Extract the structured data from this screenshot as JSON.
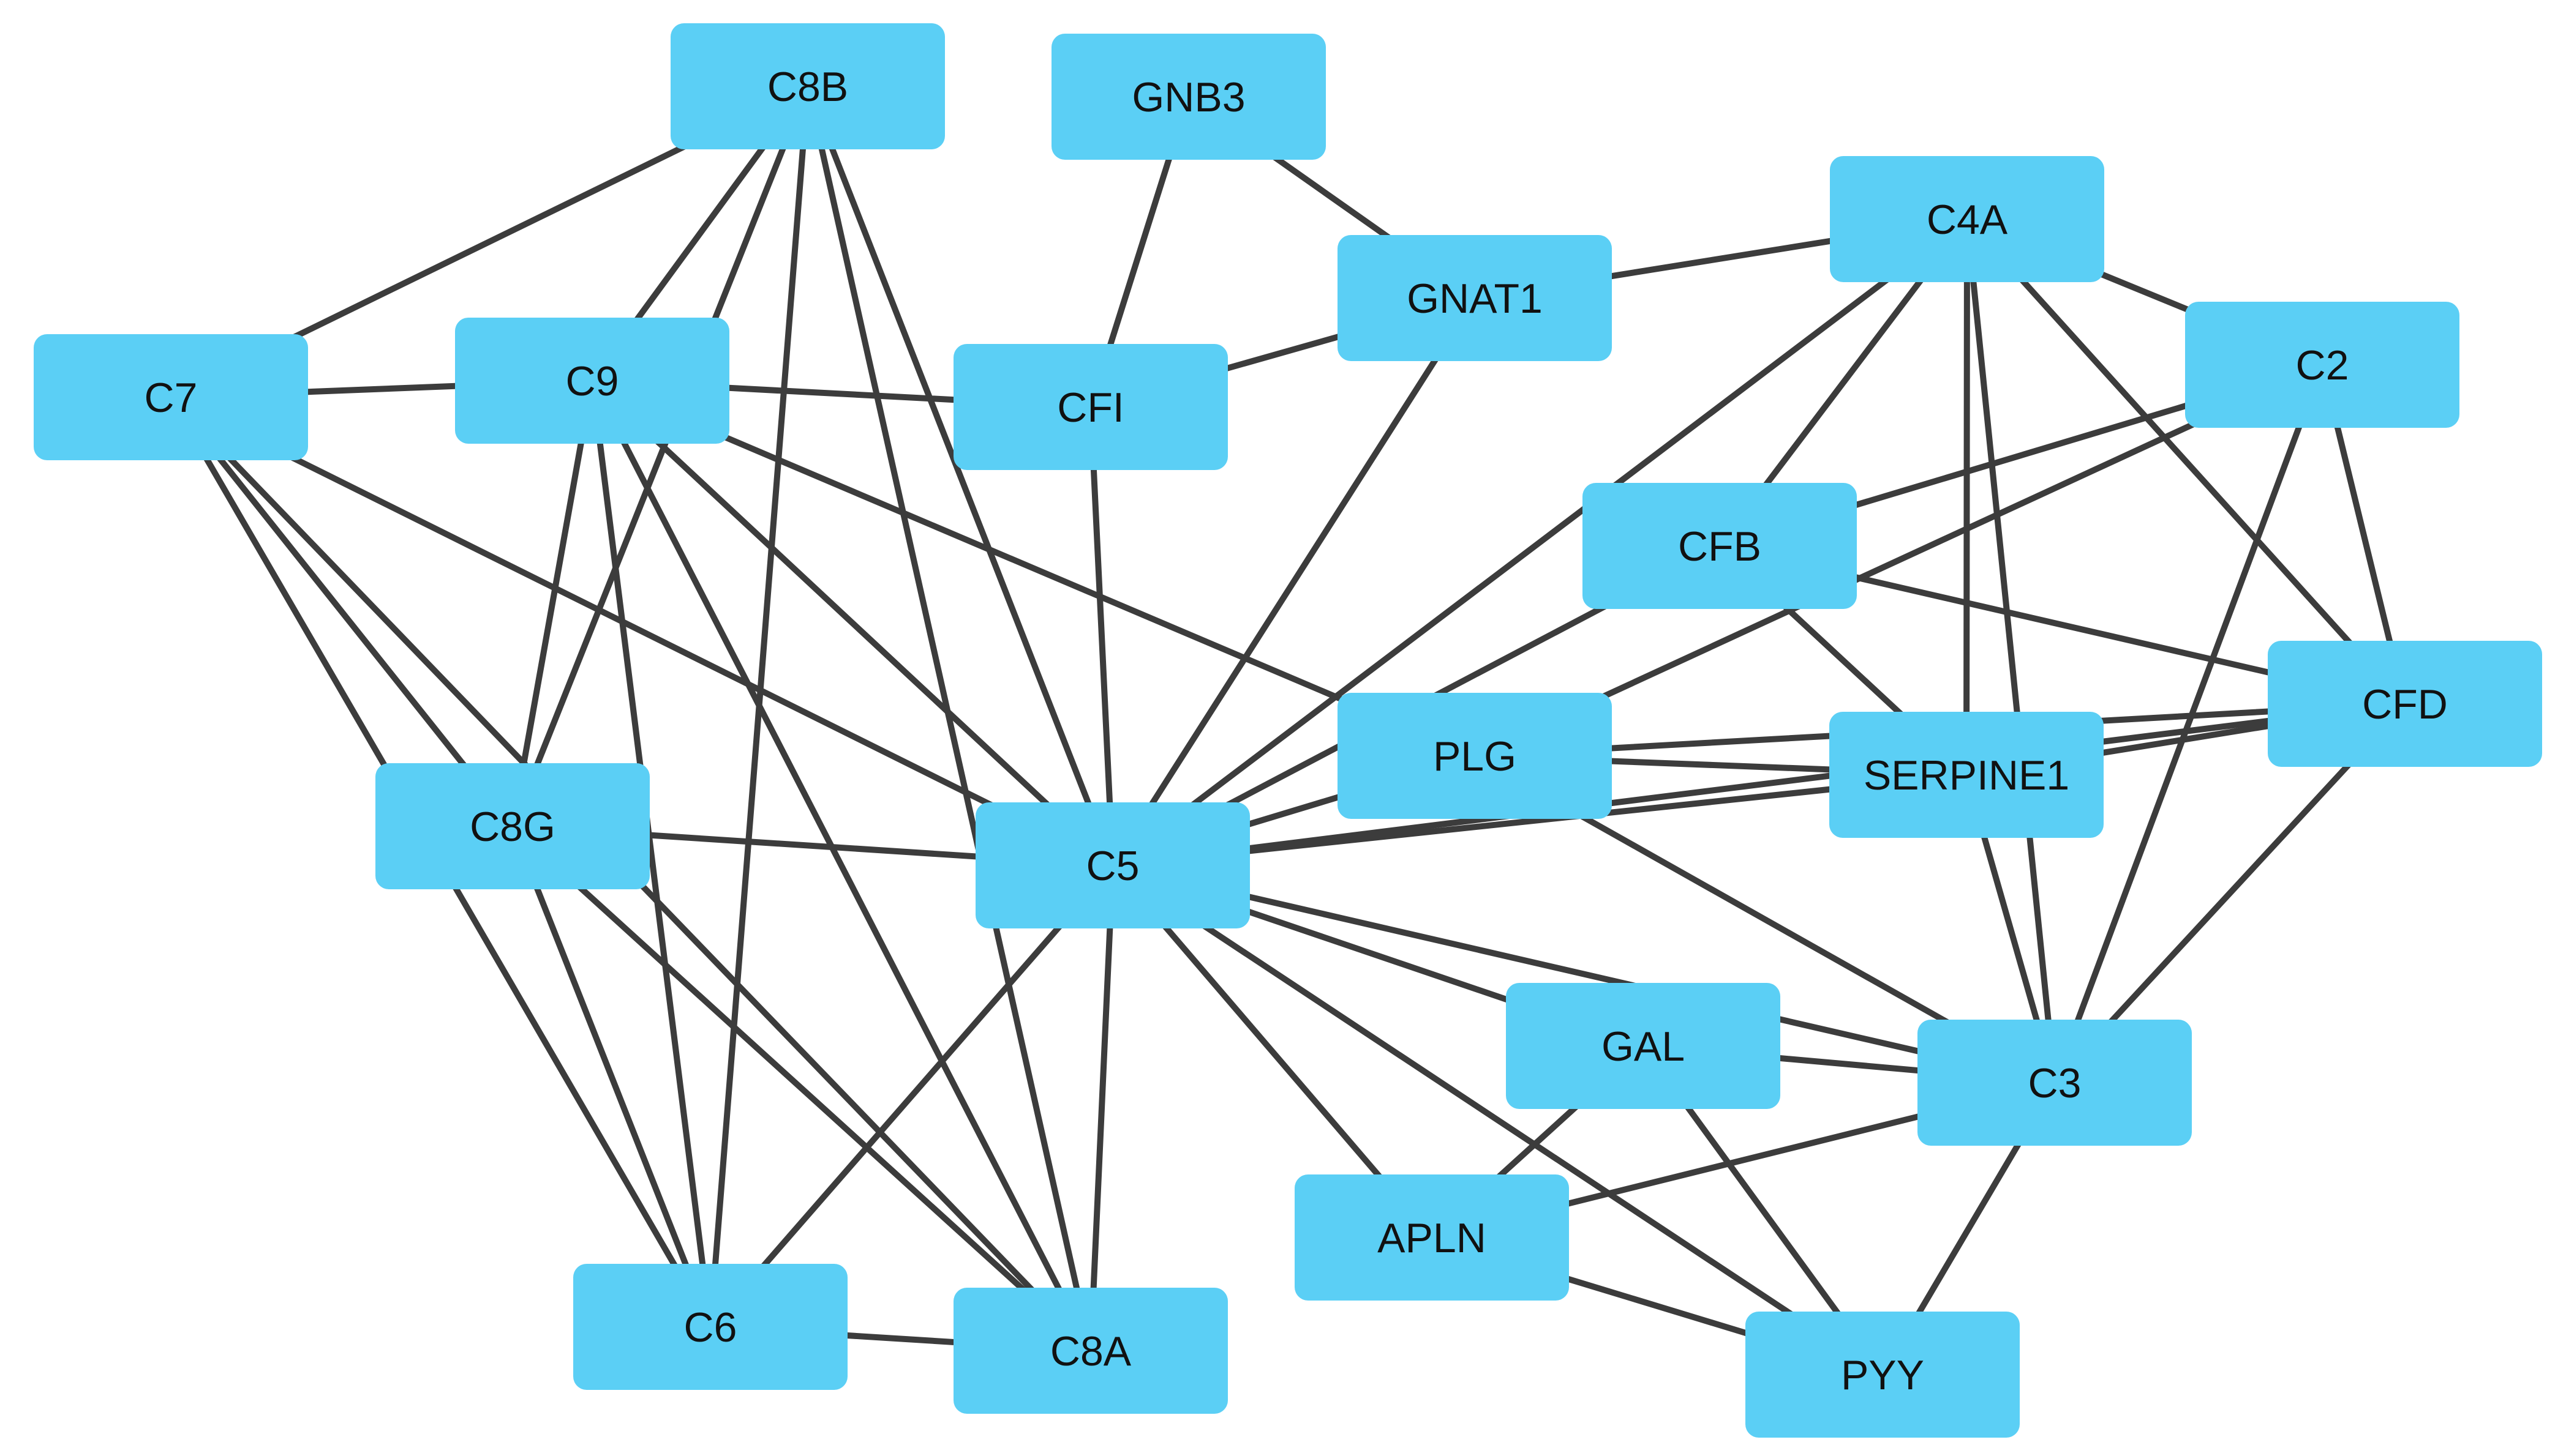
{
  "network": {
    "node_color": "#5bcff5",
    "edge_color": "#3c3c3c",
    "nodes": [
      {
        "id": "C8B",
        "label": "C8B"
      },
      {
        "id": "GNB3",
        "label": "GNB3"
      },
      {
        "id": "C4A",
        "label": "C4A"
      },
      {
        "id": "GNAT1",
        "label": "GNAT1"
      },
      {
        "id": "C2",
        "label": "C2"
      },
      {
        "id": "C7",
        "label": "C7"
      },
      {
        "id": "C9",
        "label": "C9"
      },
      {
        "id": "CFI",
        "label": "CFI"
      },
      {
        "id": "CFB",
        "label": "CFB"
      },
      {
        "id": "CFD",
        "label": "CFD"
      },
      {
        "id": "PLG",
        "label": "PLG"
      },
      {
        "id": "SERPINE1",
        "label": "SERPINE1"
      },
      {
        "id": "C8G",
        "label": "C8G"
      },
      {
        "id": "C5",
        "label": "C5"
      },
      {
        "id": "GAL",
        "label": "GAL"
      },
      {
        "id": "C3",
        "label": "C3"
      },
      {
        "id": "APLN",
        "label": "APLN"
      },
      {
        "id": "C6",
        "label": "C6"
      },
      {
        "id": "C8A",
        "label": "C8A"
      },
      {
        "id": "PYY",
        "label": "PYY"
      }
    ],
    "edges": [
      [
        "C8B",
        "C7"
      ],
      [
        "C8B",
        "C9"
      ],
      [
        "C8B",
        "C8G"
      ],
      [
        "C8B",
        "C6"
      ],
      [
        "C8B",
        "C8A"
      ],
      [
        "C8B",
        "C5"
      ],
      [
        "GNB3",
        "GNAT1"
      ],
      [
        "GNB3",
        "CFI"
      ],
      [
        "C7",
        "C9"
      ],
      [
        "C7",
        "C5"
      ],
      [
        "C7",
        "C8G"
      ],
      [
        "C7",
        "C6"
      ],
      [
        "C7",
        "C8A"
      ],
      [
        "C9",
        "CFI"
      ],
      [
        "C9",
        "PLG"
      ],
      [
        "C9",
        "C5"
      ],
      [
        "C9",
        "C8G"
      ],
      [
        "C9",
        "C6"
      ],
      [
        "C9",
        "C8A"
      ],
      [
        "CFI",
        "GNAT1"
      ],
      [
        "CFI",
        "C5"
      ],
      [
        "GNAT1",
        "C4A"
      ],
      [
        "GNAT1",
        "C5"
      ],
      [
        "C4A",
        "C2"
      ],
      [
        "C4A",
        "CFB"
      ],
      [
        "C4A",
        "SERPINE1"
      ],
      [
        "C4A",
        "CFD"
      ],
      [
        "C4A",
        "C3"
      ],
      [
        "C4A",
        "C5"
      ],
      [
        "C2",
        "CFB"
      ],
      [
        "C2",
        "PLG"
      ],
      [
        "C2",
        "CFD"
      ],
      [
        "C2",
        "C3"
      ],
      [
        "CFB",
        "CFD"
      ],
      [
        "CFB",
        "SERPINE1"
      ],
      [
        "CFB",
        "C5"
      ],
      [
        "CFD",
        "PLG"
      ],
      [
        "CFD",
        "SERPINE1"
      ],
      [
        "CFD",
        "C5"
      ],
      [
        "CFD",
        "C3"
      ],
      [
        "PLG",
        "SERPINE1"
      ],
      [
        "PLG",
        "C5"
      ],
      [
        "PLG",
        "C3"
      ],
      [
        "SERPINE1",
        "C5"
      ],
      [
        "SERPINE1",
        "C3"
      ],
      [
        "C8G",
        "C5"
      ],
      [
        "C8G",
        "C6"
      ],
      [
        "C8G",
        "C8A"
      ],
      [
        "C5",
        "C6"
      ],
      [
        "C5",
        "C8A"
      ],
      [
        "C5",
        "GAL"
      ],
      [
        "C5",
        "C3"
      ],
      [
        "C5",
        "APLN"
      ],
      [
        "C5",
        "PYY"
      ],
      [
        "C6",
        "C8A"
      ],
      [
        "GAL",
        "C3"
      ],
      [
        "GAL",
        "APLN"
      ],
      [
        "GAL",
        "PYY"
      ],
      [
        "C3",
        "APLN"
      ],
      [
        "C3",
        "PYY"
      ],
      [
        "APLN",
        "PYY"
      ]
    ]
  }
}
